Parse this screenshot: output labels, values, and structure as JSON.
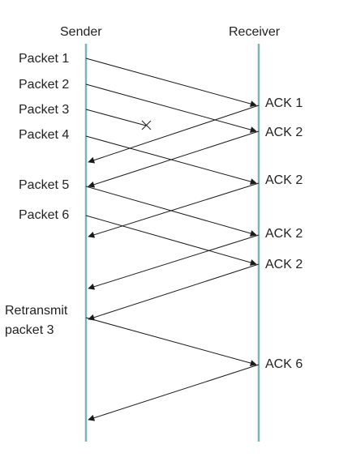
{
  "headers": {
    "sender": "Sender",
    "receiver": "Receiver"
  },
  "packets": [
    "Packet 1",
    "Packet 2",
    "Packet 3",
    "Packet 4",
    "Packet 5",
    "Packet 6"
  ],
  "acks": [
    "ACK 1",
    "ACK 2",
    "ACK 2",
    "ACK 2",
    "ACK 2",
    "ACK 6"
  ],
  "retransmit": {
    "line1": "Retransmit",
    "line2": "packet 3"
  },
  "colors": {
    "timeline": "#7ab5b5",
    "arrow": "#1a1a1a",
    "text": "#222222"
  }
}
